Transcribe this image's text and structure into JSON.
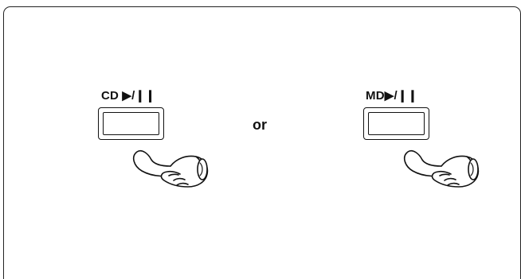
{
  "buttons": [
    {
      "label": "CD ▶/❙❙"
    },
    {
      "label": "MD▶/❙❙"
    }
  ],
  "separator": "or",
  "icons": {
    "left_hand": "pointing-hand-icon",
    "right_hand": "pointing-hand-icon"
  }
}
